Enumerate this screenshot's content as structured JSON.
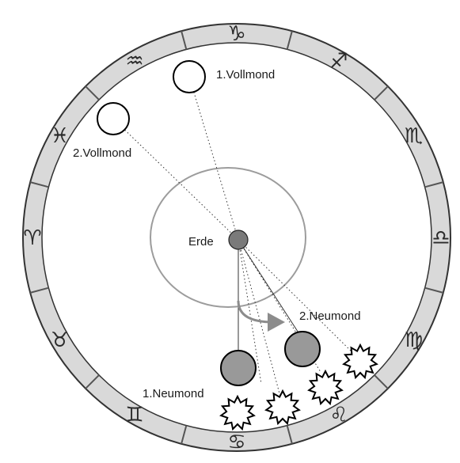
{
  "zodiac": {
    "ring_color": "#d9d9d9",
    "signs": [
      {
        "name": "capricorn",
        "glyph": "♑"
      },
      {
        "name": "sagittarius",
        "glyph": "♐"
      },
      {
        "name": "scorpio",
        "glyph": "♏"
      },
      {
        "name": "libra",
        "glyph": "♎"
      },
      {
        "name": "virgo",
        "glyph": "♍"
      },
      {
        "name": "leo",
        "glyph": "♌"
      },
      {
        "name": "cancer",
        "glyph": "♋"
      },
      {
        "name": "gemini",
        "glyph": "♊"
      },
      {
        "name": "taurus",
        "glyph": "♉"
      },
      {
        "name": "aries",
        "glyph": "♈"
      },
      {
        "name": "pisces",
        "glyph": "♓"
      },
      {
        "name": "aquarius",
        "glyph": "♒"
      }
    ]
  },
  "labels": {
    "earth": "Erde",
    "full_moon_1": "1.Vollmond",
    "full_moon_2": "2.Vollmond",
    "new_moon_1": "1.Neumond",
    "new_moon_2": "2.Neumond"
  },
  "colors": {
    "earth": "#7a7a7a",
    "new_moon": "#999999",
    "orbit": "#999999",
    "arrow": "#8c8c8c"
  }
}
